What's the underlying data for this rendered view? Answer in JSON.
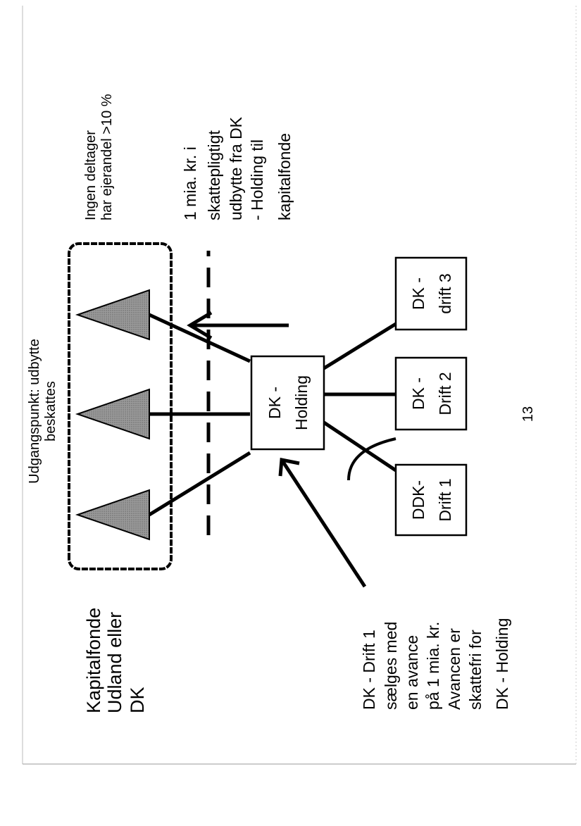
{
  "diagram": {
    "top_caption": {
      "line1": "Udgangspunkt: udbytte",
      "line2": "beskattes"
    },
    "participants_note": {
      "line1": "Ingen deltager",
      "line2": "har ejerandel  >10 %"
    },
    "dividend_note": {
      "line1": "1 mia. kr.  i",
      "line2": "skattepligtigt",
      "line3": "udbytte fra DK",
      "line4": "- Holding til",
      "line5": "kapitalfonde"
    },
    "funds_label": {
      "line1": "Kapitalfonde",
      "line2": "Udland eller",
      "line3": "DK"
    },
    "sale_note": {
      "line1": "DK - Drift 1",
      "line2": "sælges med",
      "line3": "en avance",
      "line4": "på 1 mia. kr.",
      "line5": "Avancen er",
      "line6": "skattefri for",
      "line7": "DK - Holding"
    },
    "holding": {
      "line1": "DK -",
      "line2": "Holding"
    },
    "drift1": {
      "line1": "DDK-",
      "line2": "Drift 1"
    },
    "drift2": {
      "line1": "DK -",
      "line2": "Drift 2"
    },
    "drift3": {
      "line1": "DK -",
      "line2": "drift 3"
    },
    "page_number": "13"
  }
}
